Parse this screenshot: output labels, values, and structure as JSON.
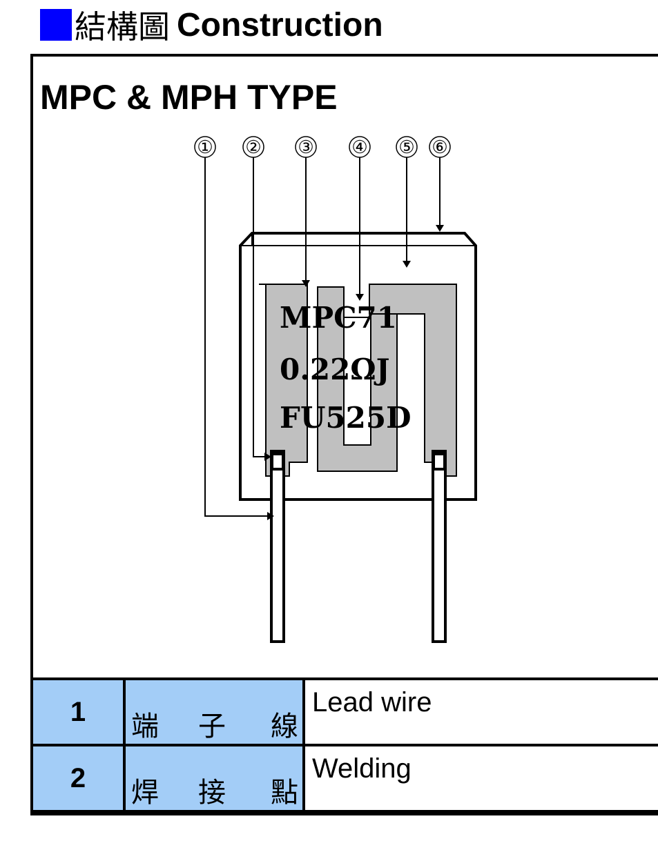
{
  "header": {
    "title_cjk": "結構圖",
    "title_en": "Construction",
    "accent_color": "#0000ff"
  },
  "section": {
    "type_title": "MPC & MPH TYPE"
  },
  "diagram": {
    "callouts": [
      "①",
      "②",
      "③",
      "④",
      "⑤",
      "⑥"
    ],
    "marking_lines": [
      "MPC71",
      "0.22ΩJ",
      "FU525D"
    ]
  },
  "parts_table": {
    "fill_color": "#a3cdf7",
    "rows": [
      {
        "num": "1",
        "cjk": [
          "端",
          "子",
          "線"
        ],
        "en": "Lead wire"
      },
      {
        "num": "2",
        "cjk": [
          "焊",
          "接",
          "點"
        ],
        "en": "Welding"
      }
    ]
  }
}
